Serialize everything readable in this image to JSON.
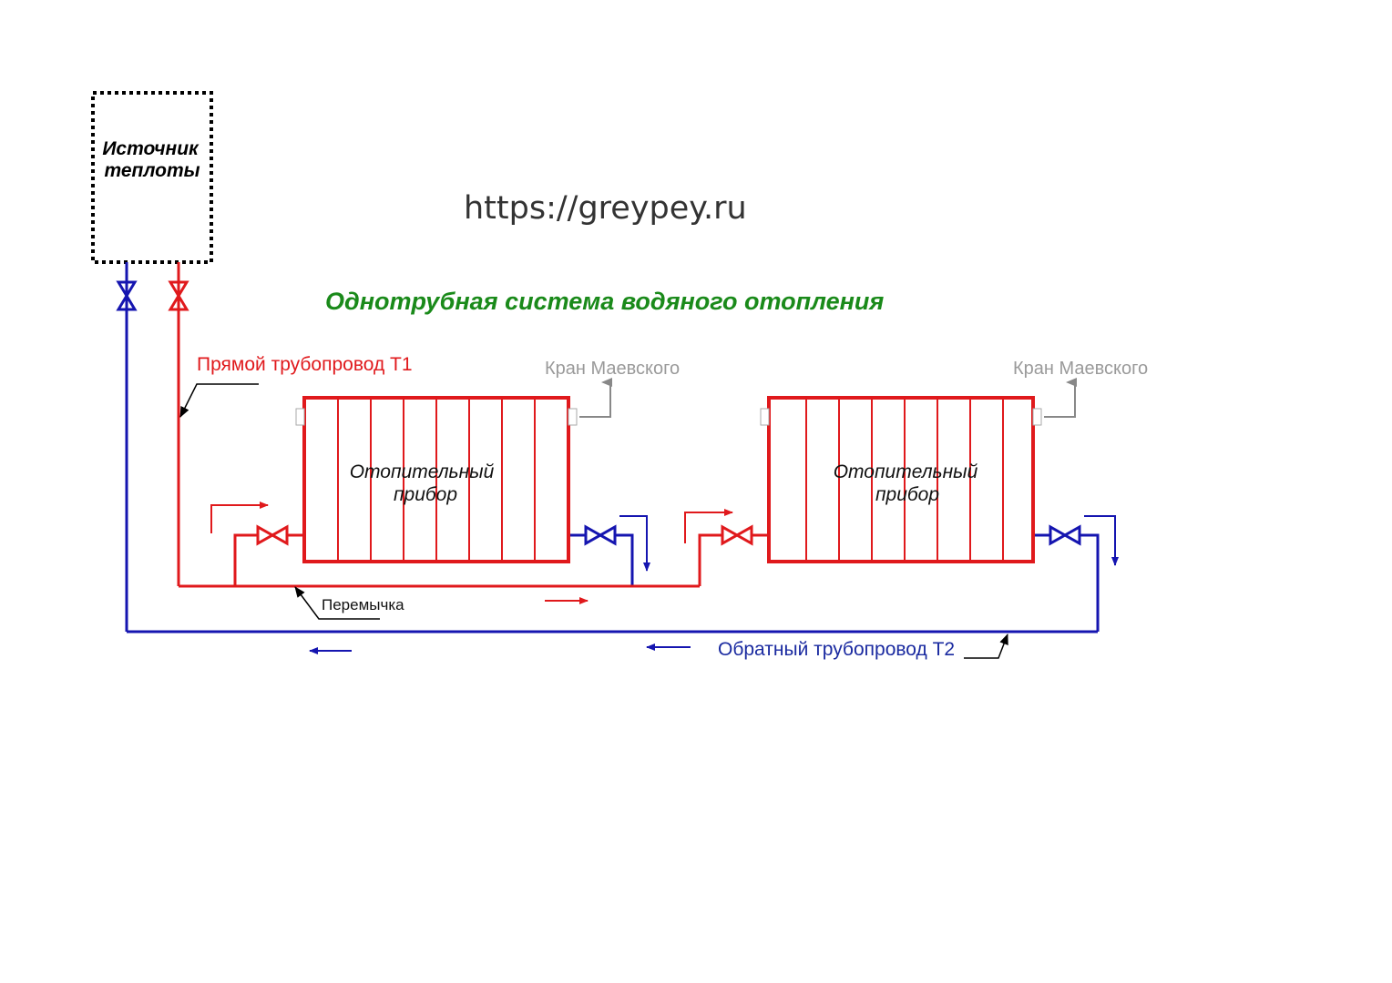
{
  "heat_source": {
    "line1": "Источник",
    "line2": "теплоты"
  },
  "url": "https://greypey.ru",
  "title": "Однотрубная система водяного отопления",
  "supply_label": "Прямой трубопровод Т1",
  "return_label": "Обратный трубопровод Т2",
  "bypass_label": "Перемычка",
  "radiators": [
    {
      "line1": "Отопительный",
      "line2": "прибор",
      "vent_label": "Кран Маевского"
    },
    {
      "line1": "Отопительный",
      "line2": "прибор",
      "vent_label": "Кран Маевского"
    }
  ],
  "colors": {
    "supply": "#e0191c",
    "return": "#1515b0",
    "title": "#1a8a1a",
    "vent": "#9a9a9a",
    "return_text": "#1a2aa0"
  }
}
